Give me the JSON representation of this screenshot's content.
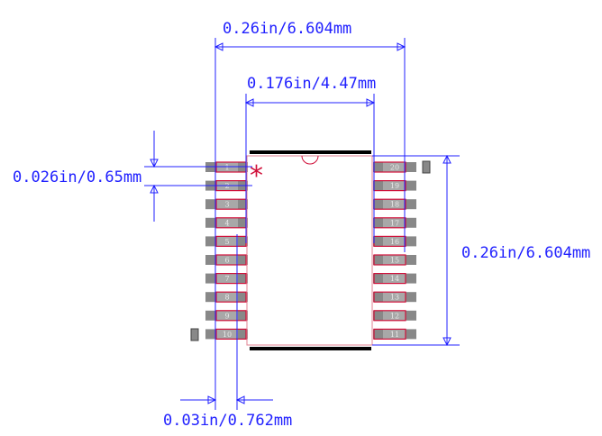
{
  "dimensions": {
    "overall_width": "0.26in/6.604mm",
    "body_width": "0.176in/4.47mm",
    "pitch": "0.026in/0.65mm",
    "overall_height": "0.26in/6.604mm",
    "pad_width": "0.03in/0.762mm"
  },
  "pins_left": [
    "1",
    "2",
    "3",
    "4",
    "5",
    "6",
    "7",
    "8",
    "9",
    "10"
  ],
  "pins_right": [
    "20",
    "19",
    "18",
    "17",
    "16",
    "15",
    "14",
    "13",
    "12",
    "11"
  ],
  "pin1_marker": "*",
  "colors": {
    "dimension": "#2020ff",
    "pad": "#888888",
    "pad_outline": "#d0103a",
    "body_outline": "#e08090",
    "silkscreen": "#000000",
    "marker": "#d0103a"
  }
}
